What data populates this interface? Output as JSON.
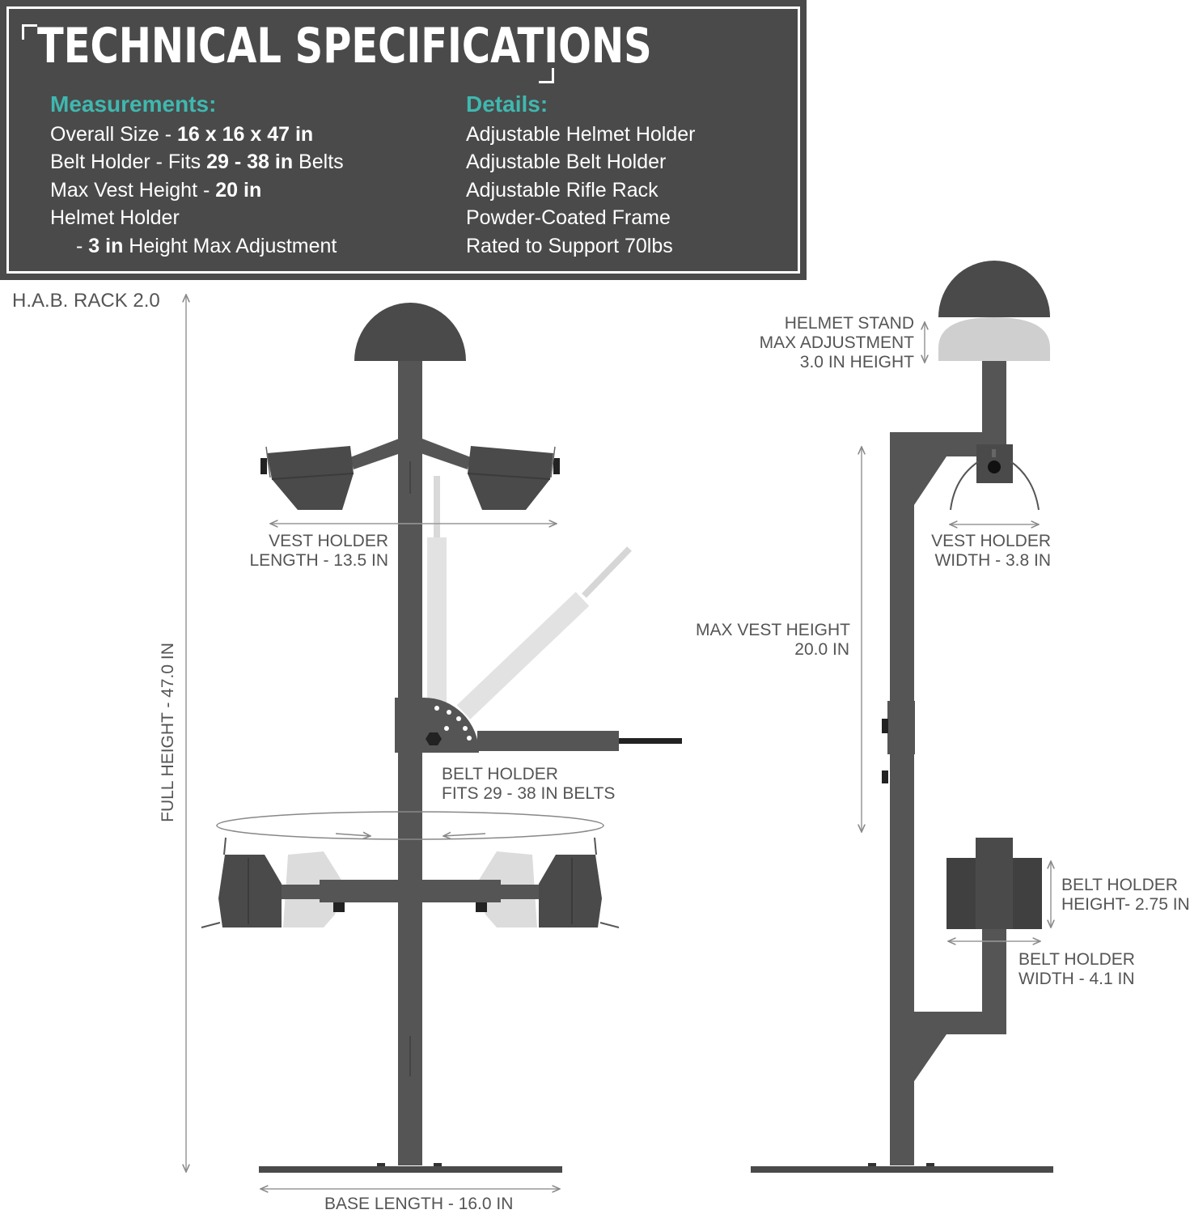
{
  "header": {
    "title": "TECHNICAL SPECIFICATIONS",
    "measurements_heading": "Measurements:",
    "details_heading": "Details:"
  },
  "measurements": [
    {
      "label": "Overall Size - ",
      "value": "16 x 16 x 47 in",
      "suffix": ""
    },
    {
      "label": "Belt Holder - Fits ",
      "value": "29 - 38 in",
      "suffix": " Belts"
    },
    {
      "label": "Max Vest Height - ",
      "value": "20 in",
      "suffix": ""
    },
    {
      "label": "Helmet Holder",
      "value": "",
      "suffix": ""
    },
    {
      "label": "- ",
      "value": "3 in",
      "suffix": " Height Max Adjustment"
    }
  ],
  "details": [
    "Adjustable Helmet Holder",
    "Adjustable Belt Holder",
    "Adjustable Rifle Rack",
    "Powder-Coated Frame",
    "Rated to Support 70lbs"
  ],
  "diagram_labels": {
    "rack_name": "H.A.B. RACK 2.0",
    "full_height": "FULL HEIGHT - 47.0 IN",
    "vest_length_1": "VEST HOLDER",
    "vest_length_2": "LENGTH - 13.5 IN",
    "belt_fits_1": "BELT HOLDER",
    "belt_fits_2": "FITS 29 - 38 IN BELTS",
    "base_length": "BASE LENGTH - 16.0 IN",
    "helmet_adj_1": "HELMET STAND",
    "helmet_adj_2": "MAX ADJUSTMENT",
    "helmet_adj_3": "3.0 IN HEIGHT",
    "vest_width_1": "VEST HOLDER",
    "vest_width_2": "WIDTH - 3.8 IN",
    "max_vest_1": "MAX VEST HEIGHT",
    "max_vest_2": "20.0 IN",
    "belt_height_1": "BELT HOLDER",
    "belt_height_2": "HEIGHT- 2.75 IN",
    "belt_width_1": "BELT HOLDER",
    "belt_width_2": "WIDTH - 4.1 IN"
  },
  "colors": {
    "panel": "#4a4a4a",
    "accent": "#3fb8af",
    "frame": "#555555",
    "ghost": "#d9d9d9"
  }
}
